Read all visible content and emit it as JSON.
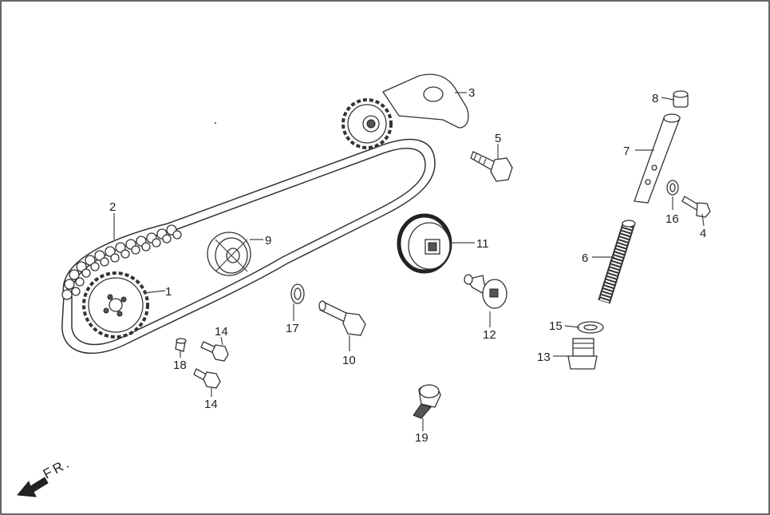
{
  "diagram": {
    "direction_label": "FR.",
    "parts": [
      {
        "id": "1",
        "label": "1"
      },
      {
        "id": "2",
        "label": "2"
      },
      {
        "id": "3",
        "label": "3"
      },
      {
        "id": "4",
        "label": "4"
      },
      {
        "id": "5",
        "label": "5"
      },
      {
        "id": "6",
        "label": "6"
      },
      {
        "id": "7",
        "label": "7"
      },
      {
        "id": "8",
        "label": "8"
      },
      {
        "id": "9",
        "label": "9"
      },
      {
        "id": "10",
        "label": "10"
      },
      {
        "id": "11",
        "label": "11"
      },
      {
        "id": "12",
        "label": "12"
      },
      {
        "id": "13",
        "label": "13"
      },
      {
        "id": "14a",
        "label": "14"
      },
      {
        "id": "14b",
        "label": "14"
      },
      {
        "id": "15",
        "label": "15"
      },
      {
        "id": "16",
        "label": "16"
      },
      {
        "id": "17",
        "label": "17"
      },
      {
        "id": "18",
        "label": "18"
      },
      {
        "id": "19",
        "label": "19"
      }
    ]
  }
}
